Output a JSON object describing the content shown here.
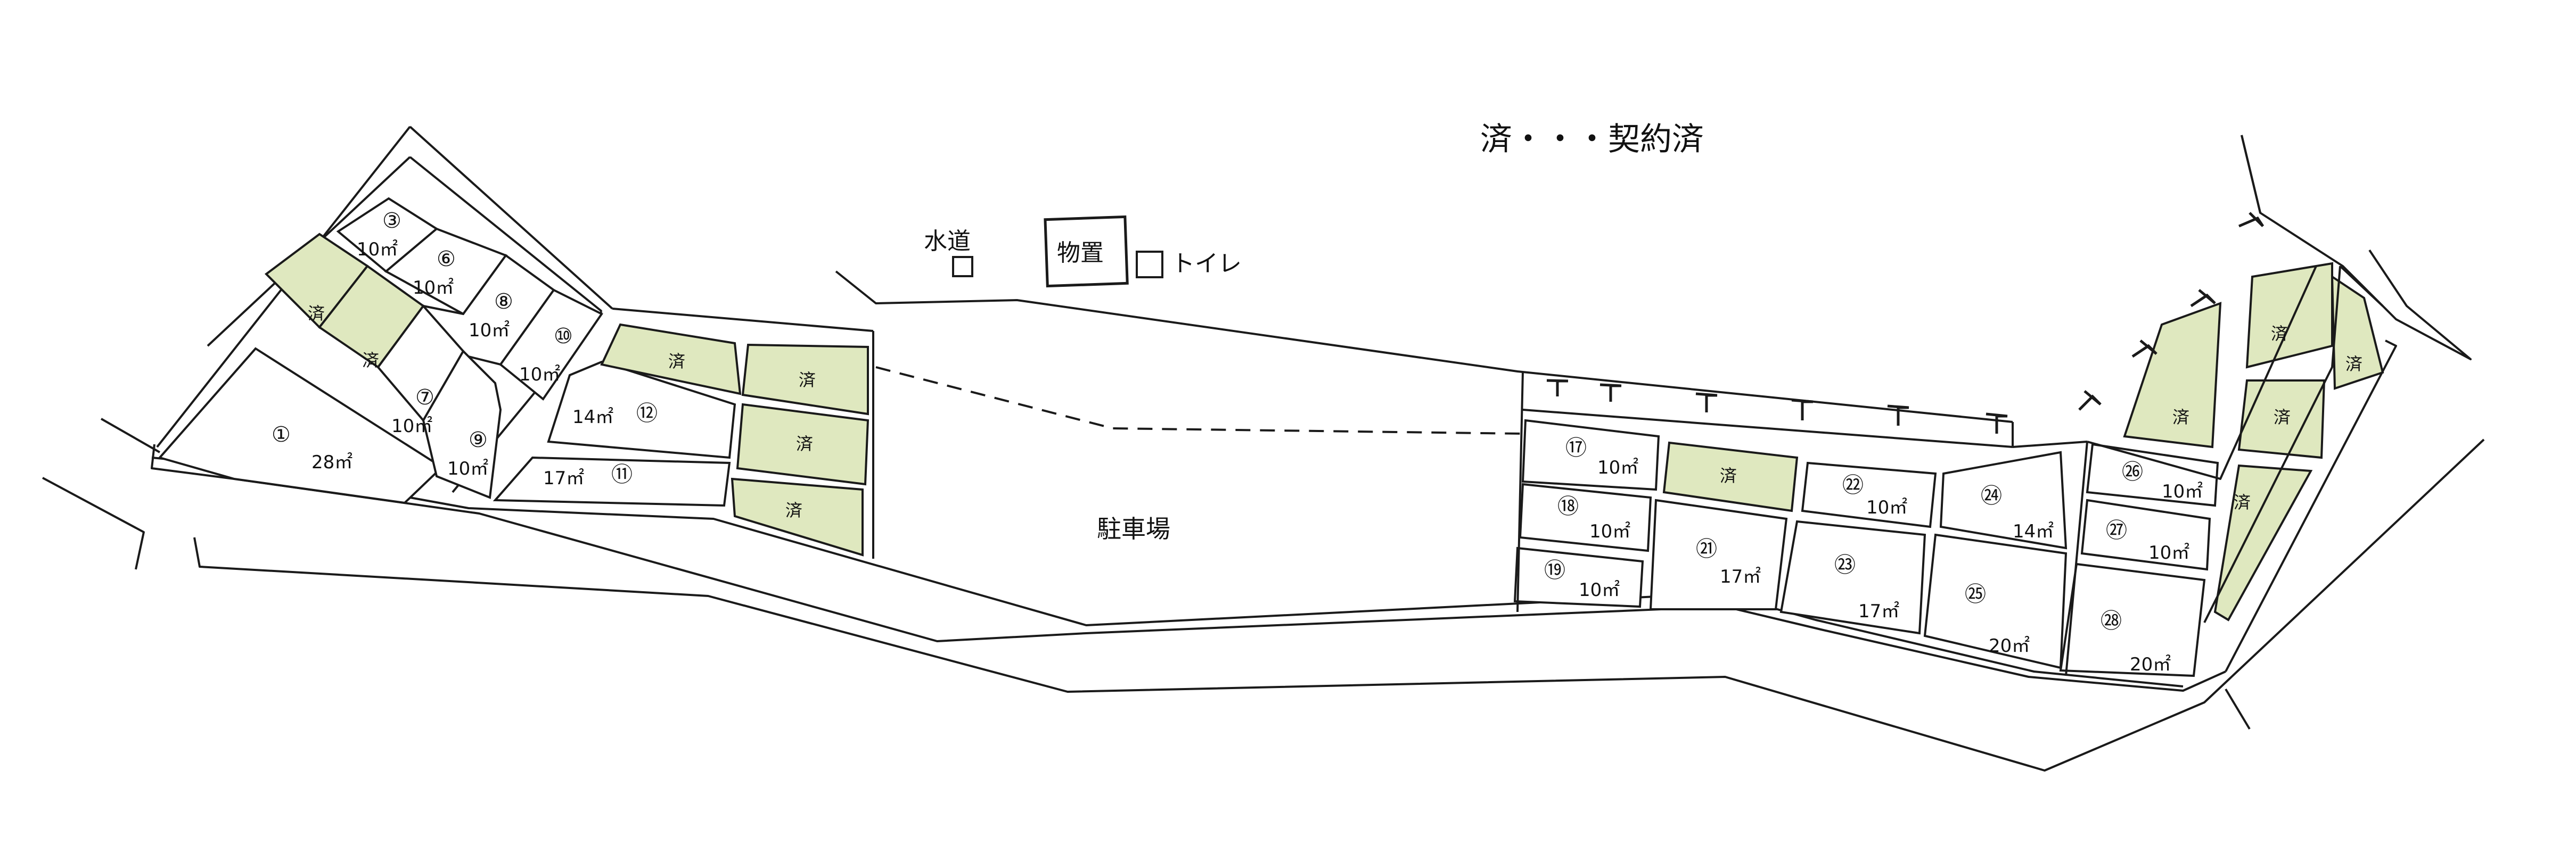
{
  "legend": "済・・・契約済",
  "labels": {
    "water": "水道",
    "storage": "物置",
    "toilet": "トイレ",
    "parking": "駐車場",
    "contracted": "済"
  },
  "colors": {
    "contracted_fill": "#dfe8bf",
    "line": "#1a1a1a",
    "background": "#ffffff"
  },
  "plots": [
    {
      "id": "1",
      "number": "①",
      "area": "28㎡"
    },
    {
      "id": "3",
      "number": "③",
      "area": "10㎡"
    },
    {
      "id": "6",
      "number": "⑥",
      "area": "10㎡"
    },
    {
      "id": "7",
      "number": "⑦",
      "area": "10㎡"
    },
    {
      "id": "8",
      "number": "⑧",
      "area": "10㎡"
    },
    {
      "id": "9",
      "number": "⑨",
      "area": "10㎡"
    },
    {
      "id": "10",
      "number": "⑩",
      "area": "10㎡"
    },
    {
      "id": "11",
      "number": "⑪",
      "area": "17㎡"
    },
    {
      "id": "12",
      "number": "⑫",
      "area": "14㎡"
    },
    {
      "id": "17",
      "number": "⑰",
      "area": "10㎡"
    },
    {
      "id": "18",
      "number": "⑱",
      "area": "10㎡"
    },
    {
      "id": "19",
      "number": "⑲",
      "area": "10㎡"
    },
    {
      "id": "21",
      "number": "㉑",
      "area": "17㎡"
    },
    {
      "id": "22",
      "number": "㉒",
      "area": "10㎡"
    },
    {
      "id": "23",
      "number": "㉓",
      "area": "17㎡"
    },
    {
      "id": "24",
      "number": "㉔",
      "area": "14㎡"
    },
    {
      "id": "25",
      "number": "㉕",
      "area": "20㎡"
    },
    {
      "id": "26",
      "number": "㉖",
      "area": "10㎡"
    },
    {
      "id": "27",
      "number": "㉗",
      "area": "10㎡"
    },
    {
      "id": "28",
      "number": "㉘",
      "area": "20㎡"
    }
  ]
}
